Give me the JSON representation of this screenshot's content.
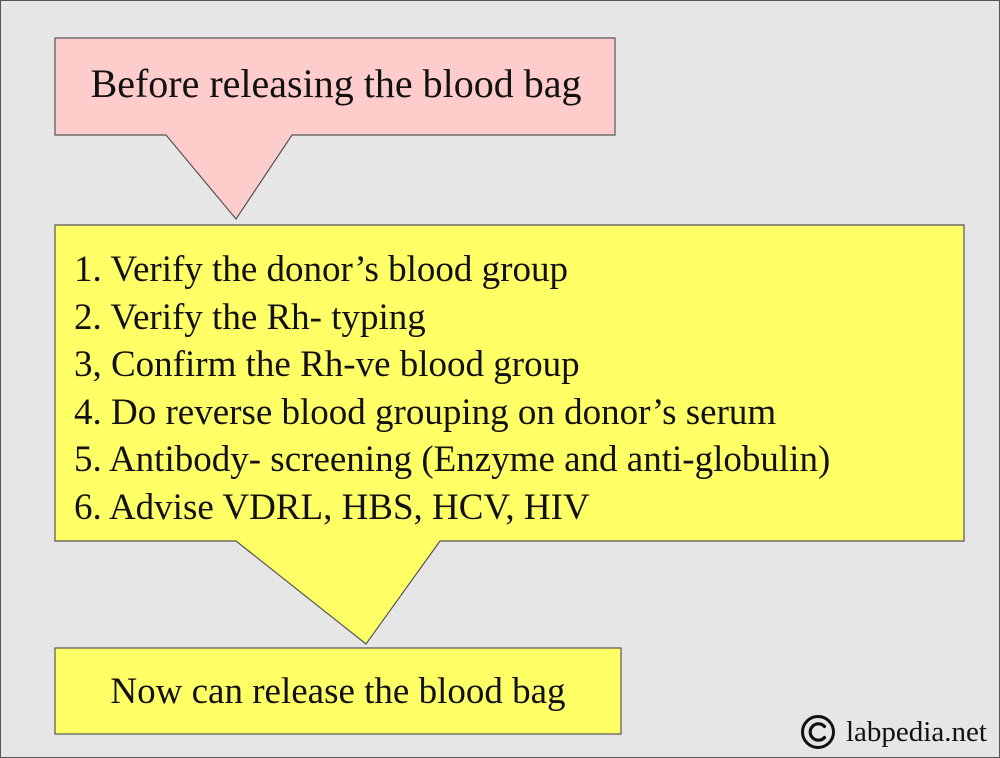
{
  "flowchart": {
    "start_box": {
      "text": "Before releasing the blood bag",
      "fill": "#ffcccc"
    },
    "steps_box": {
      "fill": "#ffff66",
      "items": [
        "1. Verify the donor’s blood group",
        "2. Verify the Rh- typing",
        "3, Confirm the Rh-ve blood group",
        "4. Do reverse blood grouping on donor’s serum",
        "5. Antibody- screening (Enzyme and anti-globulin)",
        "6. Advise VDRL, HBS, HCV, HIV"
      ]
    },
    "end_box": {
      "text": "Now can release the blood bag",
      "fill": "#ffff66"
    }
  },
  "watermark": {
    "icon": "copyright-icon",
    "text": "labpedia.net"
  },
  "colors": {
    "background": "#e6e6e6",
    "stroke": "#555555"
  }
}
